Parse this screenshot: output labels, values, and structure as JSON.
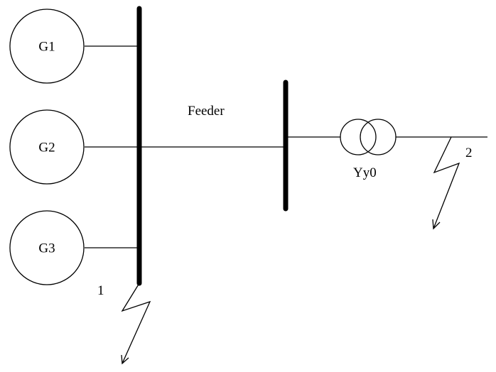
{
  "generators": [
    {
      "label": "G1"
    },
    {
      "label": "G2"
    },
    {
      "label": "G3"
    }
  ],
  "feeder": {
    "label": "Feeder"
  },
  "transformer": {
    "label": "Yy0"
  },
  "faults": [
    {
      "label": "1"
    },
    {
      "label": "2"
    }
  ]
}
